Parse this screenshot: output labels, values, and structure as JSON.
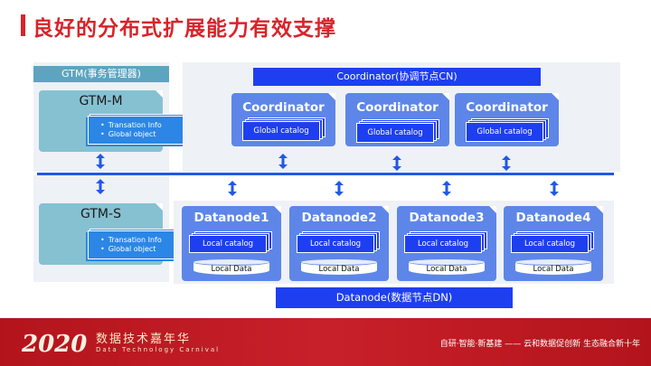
{
  "title": "良好的分布式扩展能力有效支撑",
  "gtm": {
    "header": "GTM(事务管理器)",
    "master": {
      "name": "GTM-M",
      "items": [
        "Transation Info",
        "Global object"
      ]
    },
    "standby": {
      "name": "GTM-S",
      "items": [
        "Transation Info",
        "Global object"
      ]
    }
  },
  "coordinator": {
    "header": "Coordinator(协调节点CN)",
    "nodes": [
      {
        "name": "Coordinator",
        "catalog": "Global catalog"
      },
      {
        "name": "Coordinator",
        "catalog": "Global catalog"
      },
      {
        "name": "Coordinator",
        "catalog": "Global catalog"
      }
    ]
  },
  "datanode": {
    "footer_label": "Datanode(数据节点DN)",
    "nodes": [
      {
        "name": "Datanode1",
        "catalog": "Local catalog",
        "data": "Local Data"
      },
      {
        "name": "Datanode2",
        "catalog": "Local catalog",
        "data": "Local Data"
      },
      {
        "name": "Datanode3",
        "catalog": "Local catalog",
        "data": "Local Data"
      },
      {
        "name": "Datanode4",
        "catalog": "Local catalog",
        "data": "Local Data"
      }
    ]
  },
  "footer": {
    "logo_year": "2020",
    "event_cn": "数据技术嘉年华",
    "event_en": "Data  Technology  Carnival",
    "slogan": "自研·智能·新基建 —— 云和数据促创新 生态融合新十年"
  },
  "colors": {
    "title_red": "#d9232a",
    "node_blue": "#5d86e8",
    "header_blue": "#1e3ff0",
    "gtm_teal": "#86c1d2",
    "bus_blue": "#2158e8",
    "footer_red": "#c8202a"
  }
}
